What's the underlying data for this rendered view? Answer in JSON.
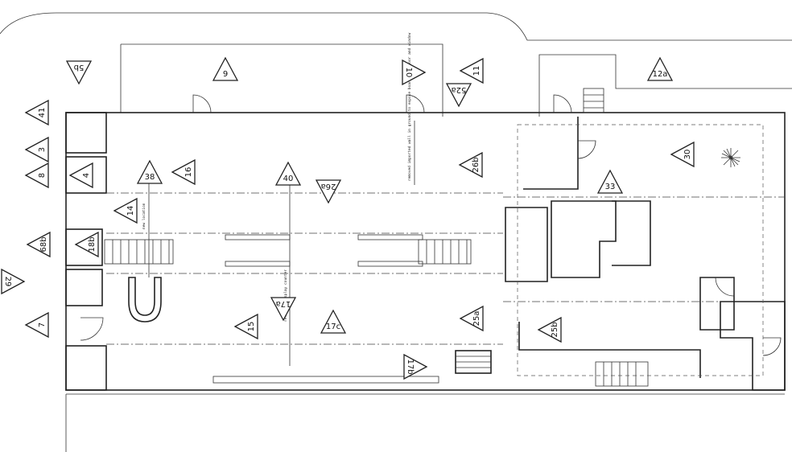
{
  "keynotes": [
    {
      "label": "5b"
    },
    {
      "label": "9"
    },
    {
      "label": "10"
    },
    {
      "label": "11"
    },
    {
      "label": "12a"
    },
    {
      "label": "52a"
    },
    {
      "label": "41"
    },
    {
      "label": "3"
    },
    {
      "label": "4"
    },
    {
      "label": "8"
    },
    {
      "label": "38"
    },
    {
      "label": "16"
    },
    {
      "label": "14"
    },
    {
      "label": "26b"
    },
    {
      "label": "30"
    },
    {
      "label": "33"
    },
    {
      "label": "40"
    },
    {
      "label": "68b"
    },
    {
      "label": "18b"
    },
    {
      "label": "29"
    },
    {
      "label": "7"
    },
    {
      "label": "15"
    },
    {
      "label": "17a"
    },
    {
      "label": "17c"
    },
    {
      "label": "25a"
    },
    {
      "label": "25b"
    },
    {
      "label": "17b"
    },
    {
      "label": "26a"
    }
  ],
  "notes": {
    "new_location": "new location",
    "relocate_counter": "relocate display counter",
    "removed_wall": "removed imported wall in ground to expose boarded up door and window"
  }
}
